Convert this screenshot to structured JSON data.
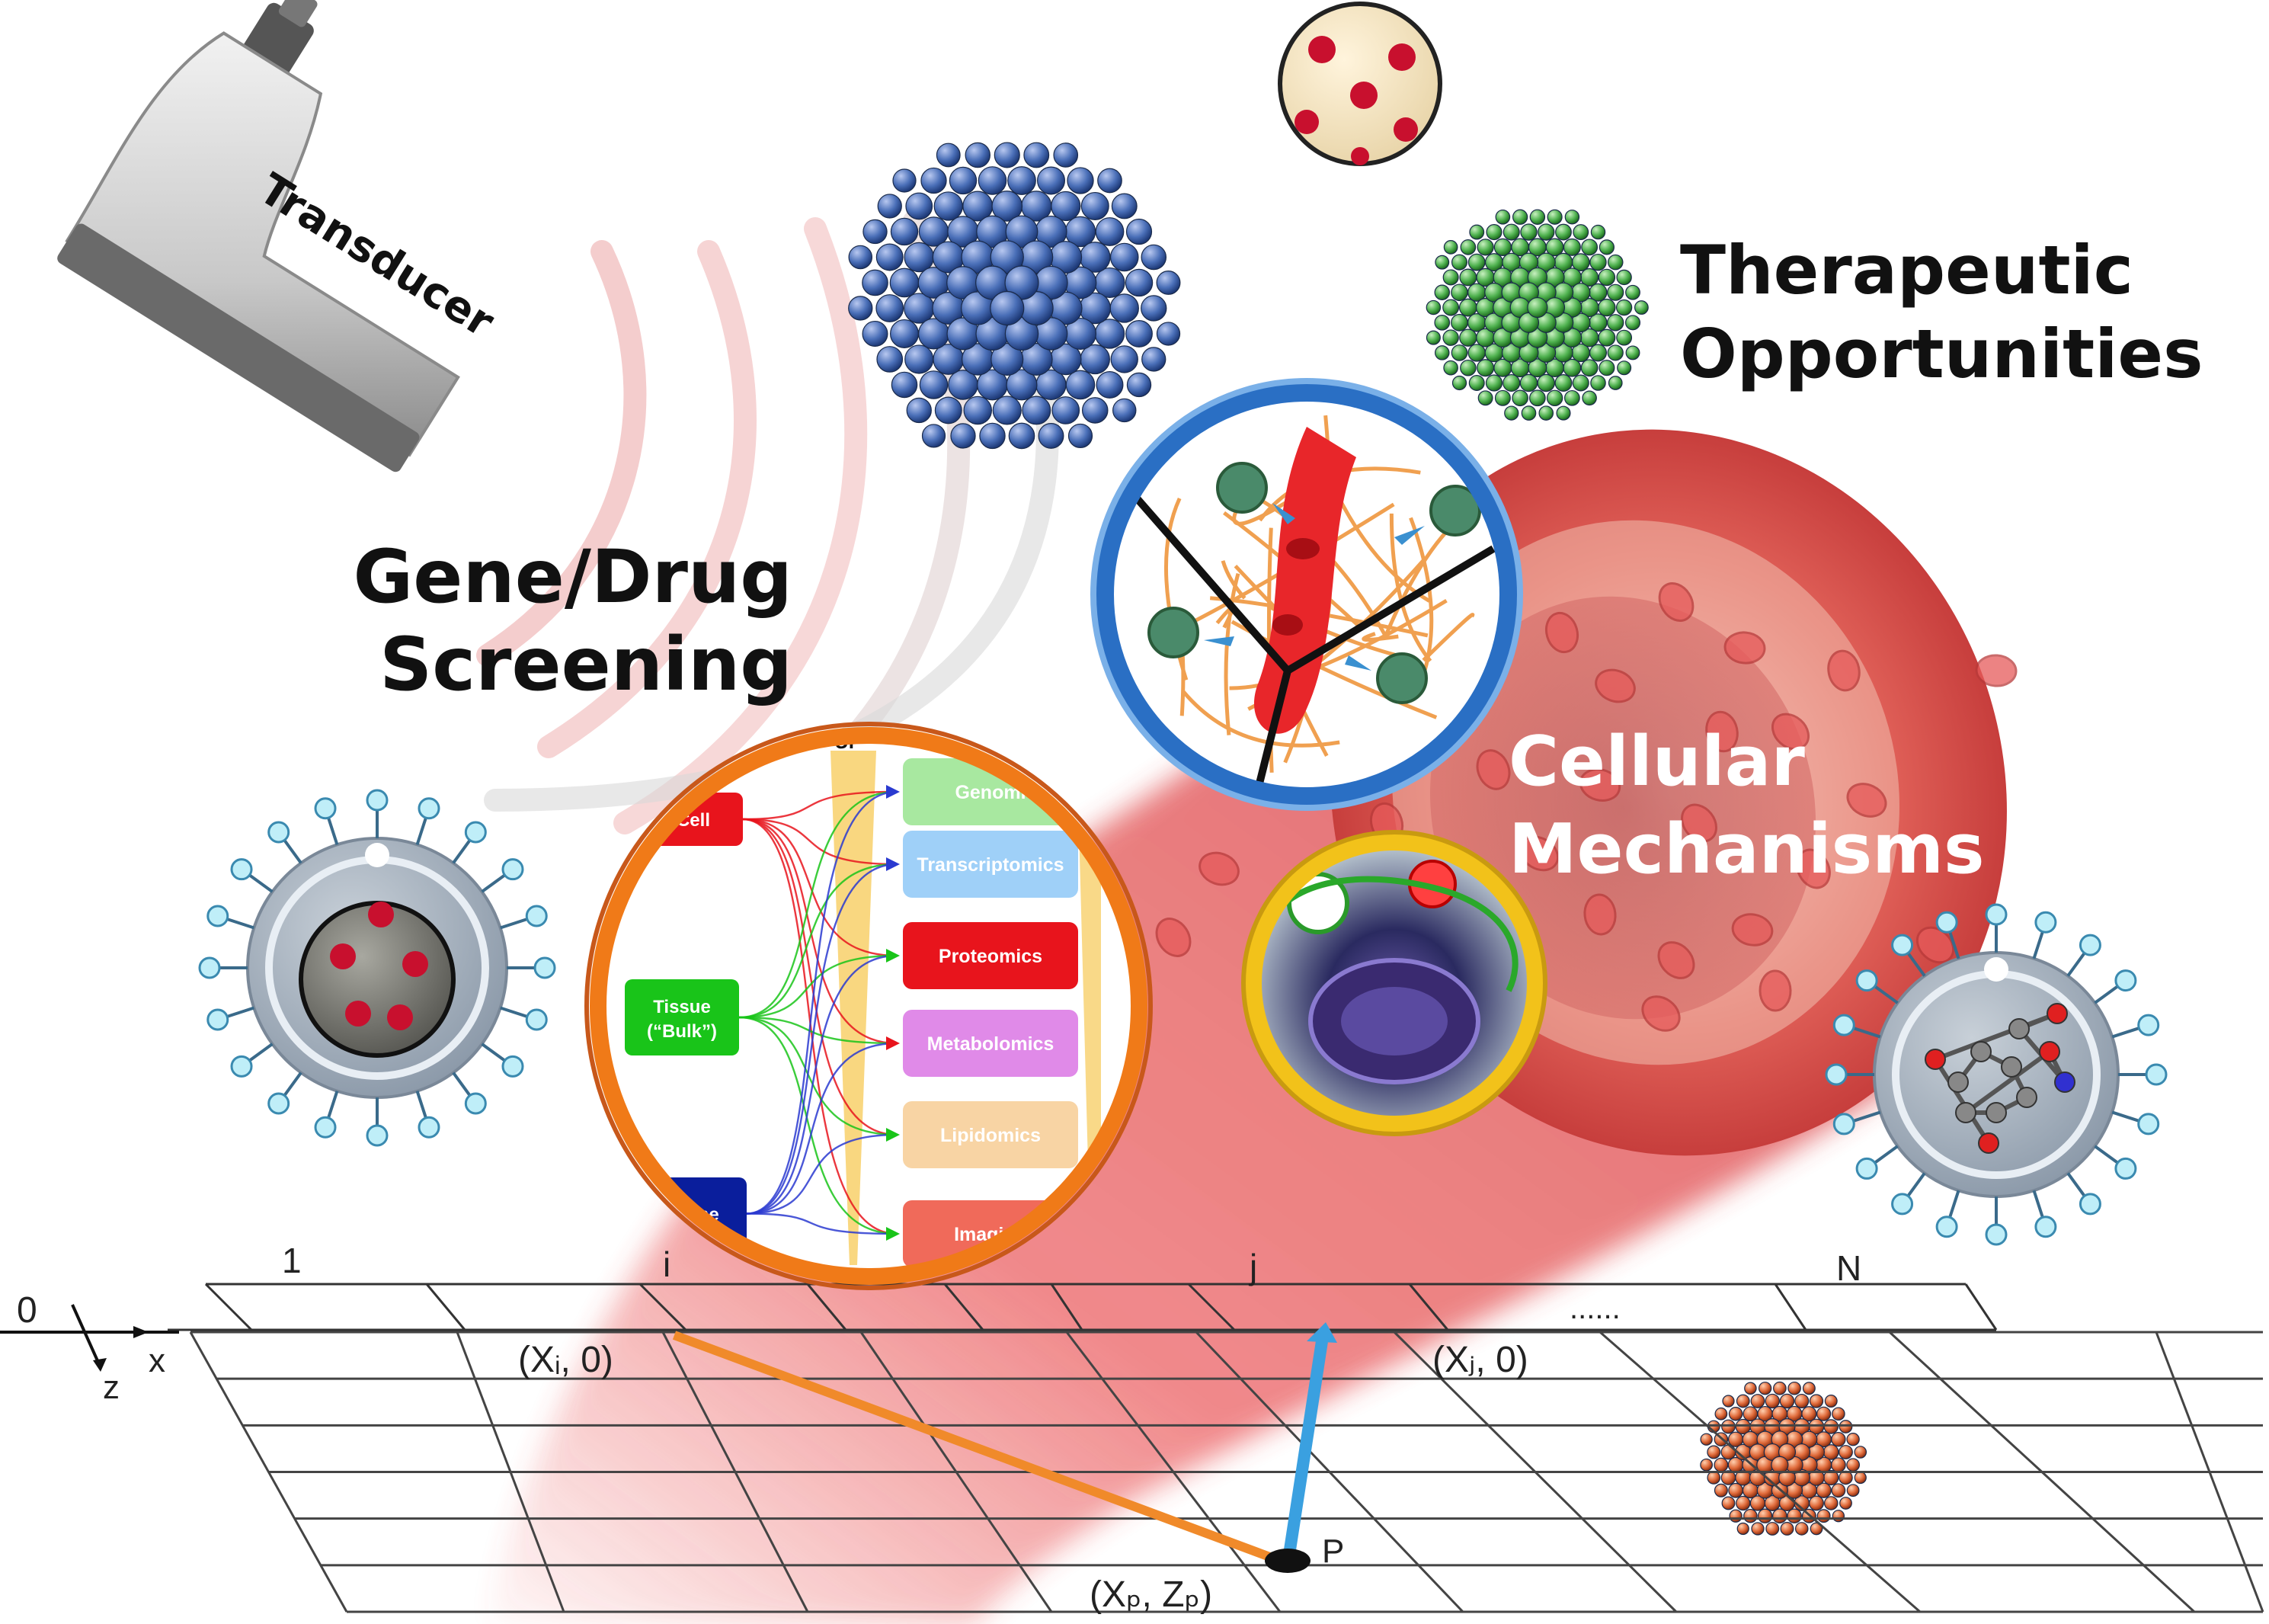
{
  "labels": {
    "transducer": "Transducer",
    "gene_drug_line1": "Gene/Drug",
    "gene_drug_line2": "Screening",
    "therapeutic_line1": "Therapeutic",
    "therapeutic_line2": "Opportunities",
    "cellular_line1": "Cellular",
    "cellular_line2": "Mechanisms"
  },
  "omics_panel": {
    "top_label": "UP",
    "sources": [
      {
        "label_line1": "-Cell",
        "label_line2": "",
        "color": "#e8141c"
      },
      {
        "label_line1": "Tissue",
        "label_line2": "(“Bulk”)",
        "color": "#19c419"
      },
      {
        "label_line1": "enome",
        "label_line2": "",
        "color": "#0a1e9c"
      }
    ],
    "outputs": [
      {
        "label": "Genomi",
        "color": "#a8e8a0"
      },
      {
        "label": "Transcriptomics",
        "color": "#9fd0f8"
      },
      {
        "label": "Proteomics",
        "color": "#e8141c"
      },
      {
        "label": "Metabolomics",
        "color": "#e08ae8"
      },
      {
        "label": "Lipidomics",
        "color": "#f8d4a4"
      },
      {
        "label": "Imaging",
        "color": "#f06a5a"
      }
    ]
  },
  "grid": {
    "origin": "0",
    "axis_x": "x",
    "axis_z": "z",
    "col_labels": [
      "1",
      "i",
      "j",
      "N"
    ],
    "ellipsis": "......",
    "point_i": "(Xᵢ, 0)",
    "point_j": "(Xⱼ, 0)",
    "point_p_label": "P",
    "point_p": "(Xₚ, Zₚ)"
  },
  "colors": {
    "vessel": "#d9464a",
    "ring_orange": "#f07a18",
    "ring_blue": "#2a6fc4",
    "ring_yellow": "#f2c21a",
    "sphere_blue": "#4a6fb8",
    "sphere_green": "#4fb24f",
    "sphere_orange": "#e06a3a",
    "ray_orange": "#f08a2a",
    "ray_blue": "#3aa0e0"
  }
}
